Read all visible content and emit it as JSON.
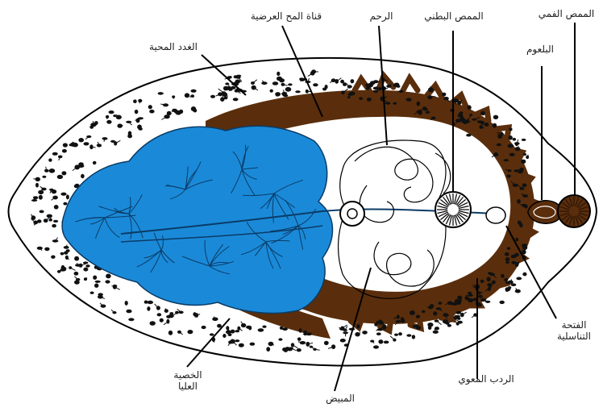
{
  "labels": {
    "vitelline_glands": "الغدد المحية",
    "laurer_canal": "قناة المح العرضية",
    "uterus": "الرحم",
    "ventral_sucker": "الممص البطني",
    "oral_sucker": "الممص الفمي",
    "pharynx": "البلعوم",
    "genital_pore_line1": "الفتحة",
    "genital_pore_line2": "التناسلية",
    "intestinal_caecum": "الردب المعوي",
    "ovary": "المبيض",
    "testis_line1": "الخصية",
    "testis_line2": "العليا"
  },
  "colors": {
    "outline": "#000000",
    "vitellaria": "#111111",
    "intestine": "#5a2e0c",
    "testis": "#1a8ad8",
    "testis_outline": "#0b3b66",
    "background": "#ffffff"
  }
}
